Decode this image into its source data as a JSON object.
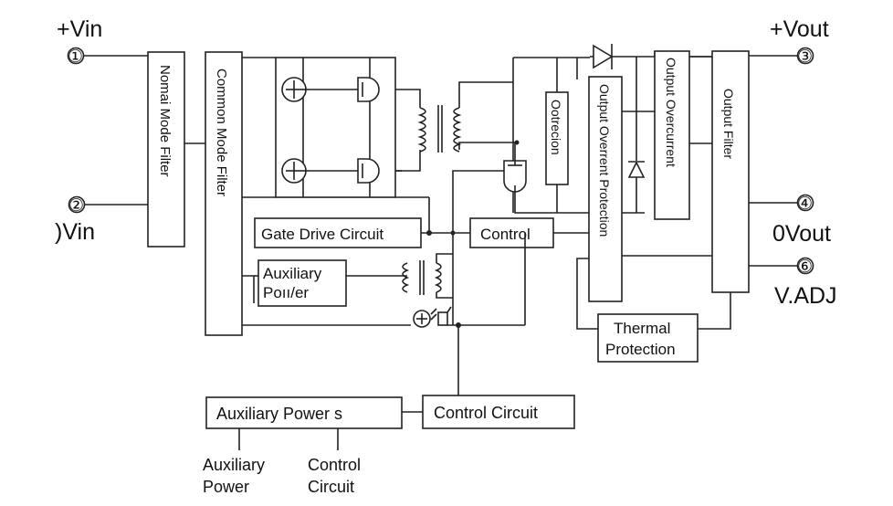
{
  "terminals": {
    "t1": {
      "num": "①",
      "label": "+Vin"
    },
    "t2": {
      "num": "②",
      "label": ")Vin"
    },
    "t3": {
      "num": "③",
      "label": "+Vout"
    },
    "t4": {
      "num": "④",
      "label": "0Vout"
    },
    "t6": {
      "num": "⑥",
      "label": "V.ADJ"
    }
  },
  "blocks": {
    "normal_mode_filter": "Nomai Mode Filter",
    "common_mode_filter": "Common Mode Filter",
    "gate_drive": "Gate Drive Circuit",
    "control": "Control",
    "auxiliary_power_1": "Auxiliary",
    "auxiliary_power_2": "Poıı/er",
    "ootrecion": "Ootrecion",
    "output_overrent_protection": "Output Overrent Protection",
    "output_overcurrent": "Output Overcurrent",
    "output_filter": "Output Filter",
    "thermal_1": "Thermal",
    "thermal_2": "Protection",
    "auxiliary_power_s": "Auxiliary Power s",
    "control_circuit": "Control Circuit"
  },
  "footnotes": {
    "aux_1": "Auxiliary",
    "aux_2": "Power",
    "ctrl_1": "Control",
    "ctrl_2": "Circuit"
  }
}
